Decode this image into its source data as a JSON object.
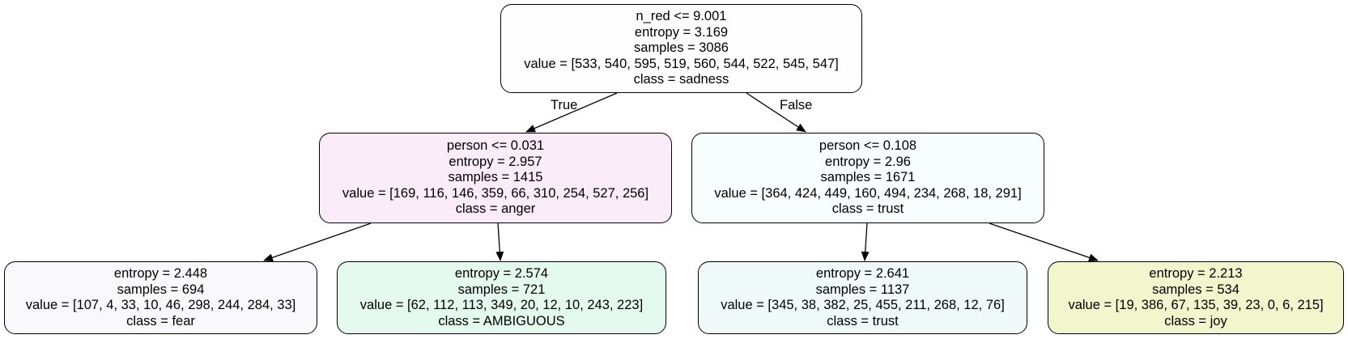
{
  "tree": {
    "nodes": {
      "root": {
        "fill": "#fefefe",
        "lines": [
          "n_red <= 9.001",
          "entropy = 3.169",
          "samples = 3086",
          "value = [533, 540, 595, 519, 560, 544, 522, 545, 547]",
          "class = sadness"
        ]
      },
      "left": {
        "fill": "#faecf8",
        "lines": [
          "person <= 0.031",
          "entropy = 2.957",
          "samples = 1415",
          "value = [169, 116, 146, 359, 66, 310, 254, 527, 256]",
          "class = anger"
        ]
      },
      "right": {
        "fill": "#f8fdfd",
        "lines": [
          "person <= 0.108",
          "entropy = 2.96",
          "samples = 1671",
          "value = [364, 424, 449, 160, 494, 234, 268, 18, 291]",
          "class = trust"
        ]
      },
      "ll": {
        "fill": "#f9f9fd",
        "lines": [
          "entropy = 2.448",
          "samples = 694",
          "value = [107, 4, 33, 10, 46, 298, 244, 284, 33]",
          "class = fear"
        ]
      },
      "lr": {
        "fill": "#e4faee",
        "lines": [
          "entropy = 2.574",
          "samples = 721",
          "value = [62, 112, 113, 349, 20, 12, 10, 243, 223]",
          "class = AMBIGUOUS"
        ]
      },
      "rl": {
        "fill": "#f0fafb",
        "lines": [
          "entropy = 2.641",
          "samples = 1137",
          "value = [345, 38, 382, 25, 455, 211, 268, 12, 76]",
          "class = trust"
        ]
      },
      "rr": {
        "fill": "#f2f6cd",
        "lines": [
          "entropy = 2.213",
          "samples = 534",
          "value = [19, 386, 67, 135, 39, 23, 0, 6, 215]",
          "class = joy"
        ]
      }
    },
    "edges": [
      {
        "from": "root",
        "to": "left"
      },
      {
        "from": "root",
        "to": "right"
      },
      {
        "from": "left",
        "to": "ll"
      },
      {
        "from": "left",
        "to": "lr"
      },
      {
        "from": "right",
        "to": "rl"
      },
      {
        "from": "right",
        "to": "rr"
      }
    ],
    "edge_labels": {
      "true_label": "True",
      "false_label": "False"
    }
  }
}
